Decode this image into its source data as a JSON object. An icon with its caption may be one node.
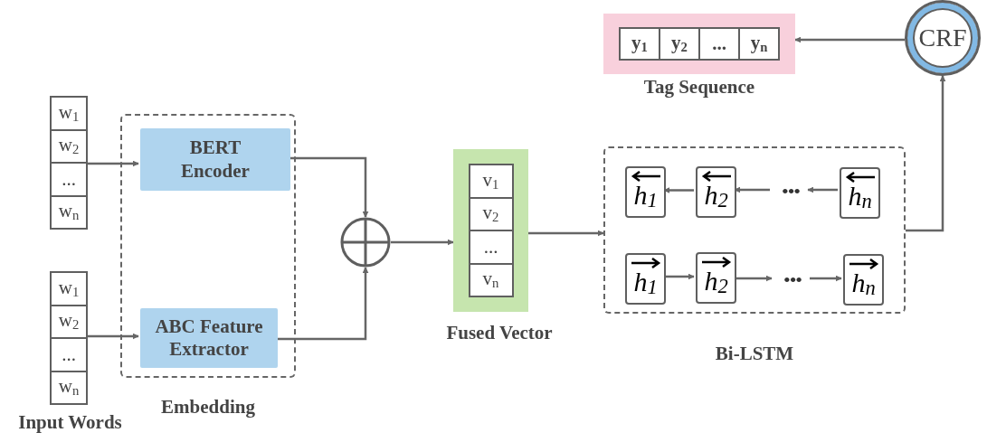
{
  "diagram": {
    "nodes": [
      {
        "text": [
          "w$_{1}$",
          "w$_{2}$",
          "...",
          "w$_{n}$"
        ]
      },
      {
        "text": [
          "w$_{1}$",
          "w$_{2}$",
          "...",
          "w$_{n}$"
        ],
        "beside": [
          "Input Words"
        ]
      },
      {
        "text": [
          "Embedding"
        ]
      },
      {
        "text": [
          "BERT Encoder"
        ],
        "in": 2
      },
      {
        "text": [
          "ABC Feature Extractor"
        ],
        "in": 2
      },
      {
        "text": [],
        "shape": "circle"
      },
      {
        "text": [
          "v$_{1}$",
          "v$_{2}$",
          "...",
          "v$_{n}$"
        ],
        "beside": [
          "Fused Vector"
        ]
      },
      {
        "text": [
          "Bi-LSTM"
        ]
      },
      {
        "text": [
          "h$_{1}$"
        ],
        "in": 7
      },
      {
        "text": [
          "h$_{2}$"
        ],
        "in": 7
      },
      {
        "text": [
          "•••"
        ],
        "in": 7
      },
      {
        "text": [
          "h$_{n}$"
        ],
        "in": 7
      },
      {
        "text": [
          "h$_{1}$"
        ],
        "in": 7
      },
      {
        "text": [
          "h$_{2}$"
        ],
        "in": 7
      },
      {
        "text": [
          "•••"
        ],
        "in": 7
      },
      {
        "text": [
          "h$_{n}$"
        ],
        "in": 7
      },
      {
        "text": [
          "y$_{1}$",
          "y$_{2}$",
          "...",
          "y$_{n}$"
        ],
        "beside": [
          "Tag Sequence"
        ]
      },
      {
        "text": [
          "CRF"
        ]
      }
    ],
    "edges": [
      {
        "from": 0,
        "to": 3,
        "arrow": "to"
      },
      {
        "from": 1,
        "to": 4,
        "arrow": "to"
      },
      {
        "from": 3,
        "to": 5,
        "arrow": "to"
      },
      {
        "from": 4,
        "to": 5,
        "arrow": "to"
      },
      {
        "from": 5,
        "to": 6,
        "arrow": "to"
      },
      {
        "from": 6,
        "to": 7,
        "arrow": "to"
      },
      {
        "from": 7,
        "to": 17,
        "arrow": "to"
      },
      {
        "from": 17,
        "to": 16,
        "arrow": "to"
      },
      {
        "from": 11,
        "to": 10,
        "arrow": "to"
      },
      {
        "from": 10,
        "to": 9,
        "arrow": "to"
      },
      {
        "from": 9,
        "to": 8,
        "arrow": "to"
      },
      {
        "from": 12,
        "to": 13,
        "arrow": "to"
      },
      {
        "from": 13,
        "to": 14,
        "arrow": "to"
      },
      {
        "from": 14,
        "to": 15,
        "arrow": "to"
      }
    ]
  }
}
